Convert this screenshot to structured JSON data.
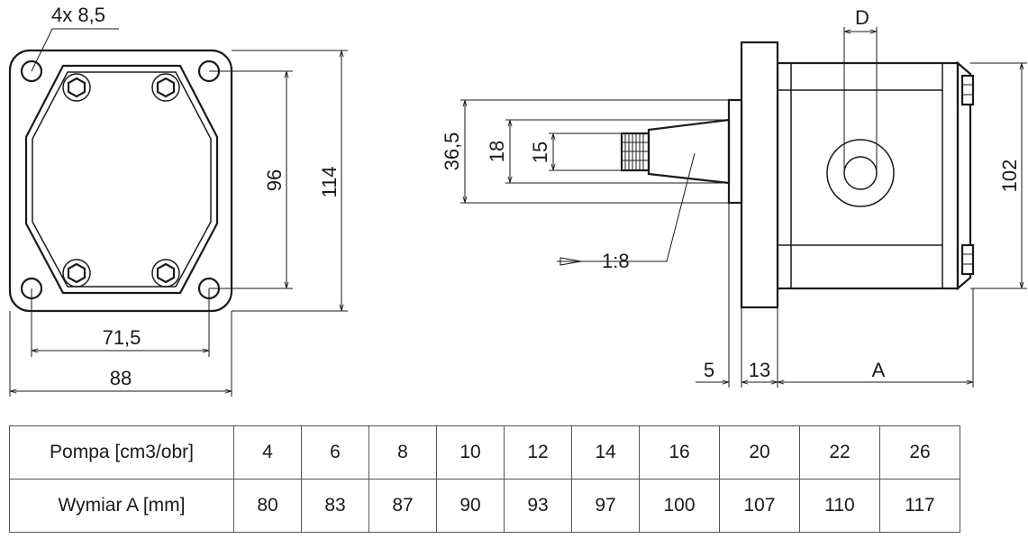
{
  "labels": {
    "holes": "4x 8,5",
    "dim_96": "96",
    "dim_114": "114",
    "dim_71_5": "71,5",
    "dim_88": "88",
    "dim_D": "D",
    "dim_36_5": "36,5",
    "dim_18": "18",
    "dim_15": "15",
    "taper": "1:8",
    "dim_102": "102",
    "dim_5": "5",
    "dim_13": "13",
    "dim_A": "A"
  },
  "table": {
    "row1_label": "Pompa [cm3/obr]",
    "row2_label": "Wymiar A [mm]",
    "pompa": [
      "4",
      "6",
      "8",
      "10",
      "12",
      "14",
      "16",
      "20",
      "22",
      "26"
    ],
    "wymiar": [
      "80",
      "83",
      "87",
      "90",
      "93",
      "97",
      "100",
      "107",
      "110",
      "117"
    ]
  }
}
